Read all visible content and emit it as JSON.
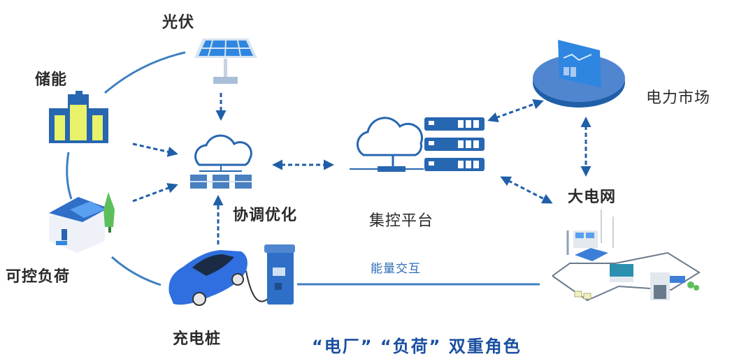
{
  "nodes": {
    "pv": {
      "label": "光伏",
      "icon": "solar-panel-icon"
    },
    "storage": {
      "label": "储能",
      "icon": "battery-storage-icon"
    },
    "load": {
      "label": "可控负荷",
      "icon": "house-icon"
    },
    "charger": {
      "label": "充电桩",
      "icon": "ev-charger-icon"
    },
    "coordination": {
      "label": "协调优化",
      "icon": "cloud-network-icon"
    },
    "platform": {
      "label": "集控平台",
      "icon": "cloud-server-icon"
    },
    "market": {
      "label": "电力市场",
      "icon": "market-dashboard-icon"
    },
    "grid": {
      "label": "大电网",
      "icon": "power-grid-icon"
    }
  },
  "energy_link": {
    "label": "能量交互"
  },
  "slogan": "“电厂”  “负荷” 双重角色",
  "colors": {
    "primary": "#1f5fa8",
    "line": "#3d7fc1",
    "accent_yellow": "#e8f26a",
    "text": "#2b2b2b",
    "slogan": "#1a4fa0"
  }
}
